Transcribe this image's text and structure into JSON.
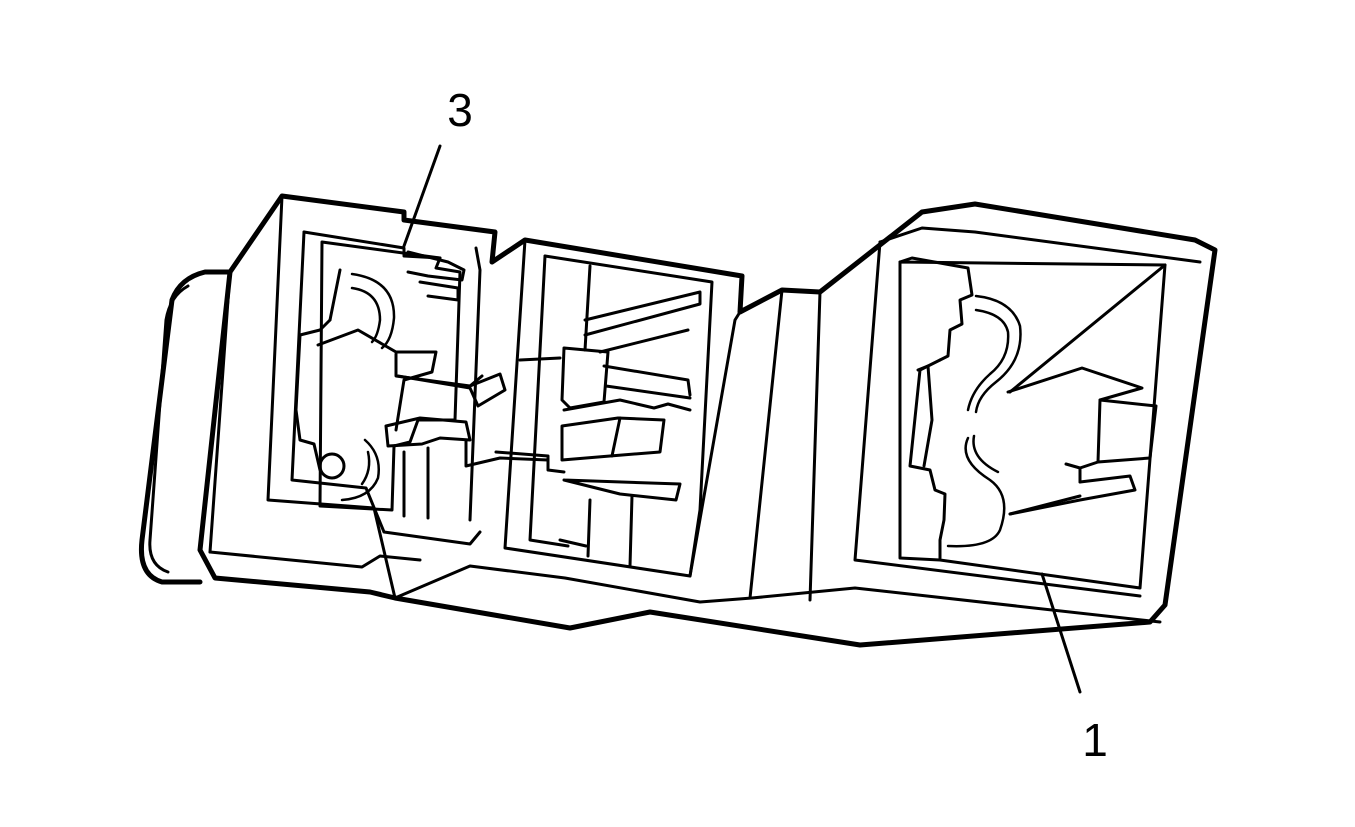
{
  "callouts": [
    {
      "id": "callout-3",
      "label": "3"
    },
    {
      "id": "callout-1",
      "label": "1"
    }
  ]
}
